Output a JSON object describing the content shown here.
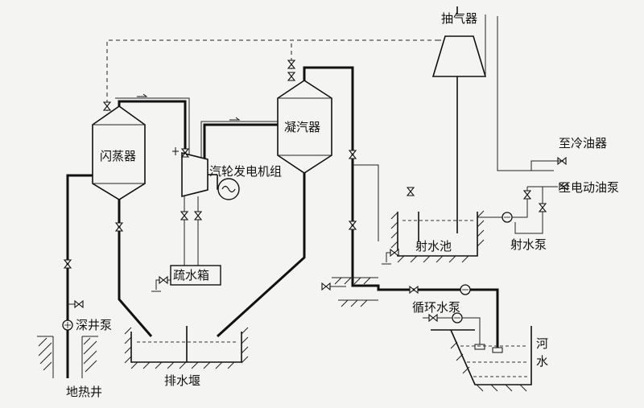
{
  "labels": {
    "air_ejector": "抽气器",
    "to_oil_cooler": "至冷油器",
    "to_electric_oil_pump": "至电动油泵",
    "flash_evaporator": "闪蒸器",
    "condenser": "凝汽器",
    "turbine_generator": "汽轮发电机组",
    "drain_tank": "疏水箱",
    "jet_pool": "射水池",
    "jet_pump": "射水泵",
    "circulating_pump": "循环水泵",
    "deep_well_pump": "深井泵",
    "geothermal_well": "地热井",
    "drain_weir": "排水堰",
    "river_water": "河\n水"
  }
}
